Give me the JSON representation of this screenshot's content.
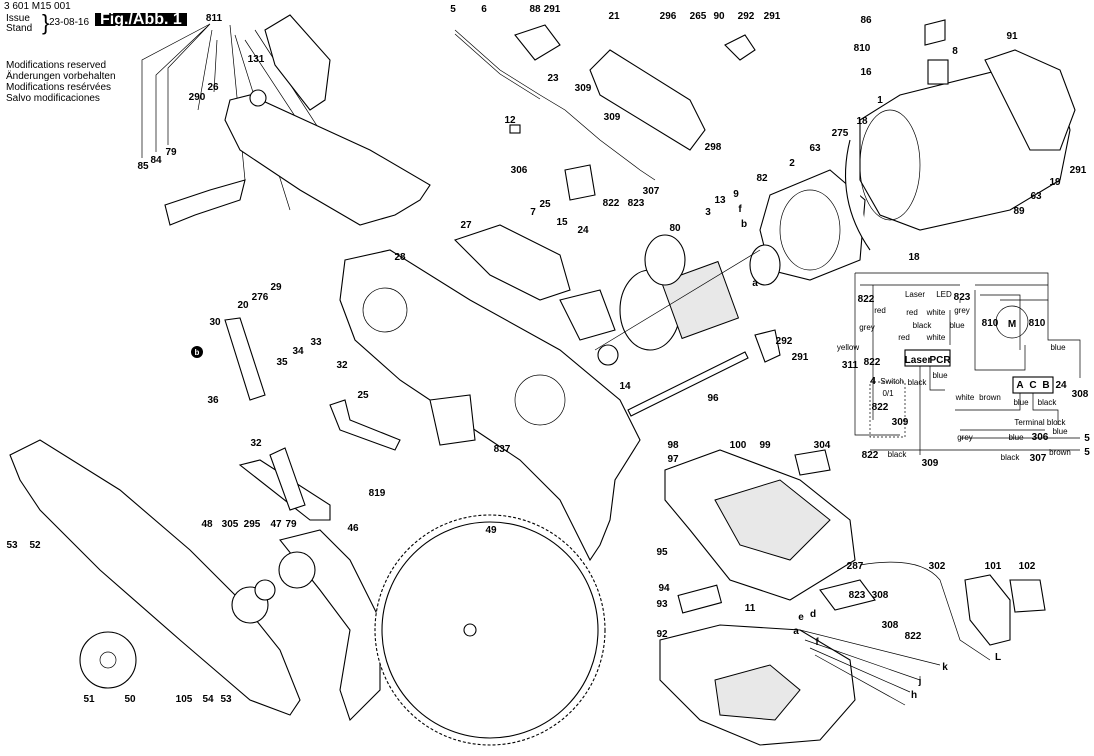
{
  "header": {
    "doc_number": "3 601 M15 001",
    "issue_label": "Issue",
    "stand_label": "Stand",
    "issue_date": "23-08-16",
    "figure_label": "Fig./Abb. 1",
    "modifications": [
      "Modifications reserved",
      "Änderungen vorbehalten",
      "Modifications resérvées",
      "Salvo modificaciones"
    ]
  },
  "part_numbers": [
    "811",
    "131",
    "26",
    "290",
    "85",
    "84",
    "79",
    "5",
    "6",
    "88",
    "291",
    "21",
    "296",
    "265",
    "90",
    "292",
    "291",
    "23",
    "309",
    "12",
    "309",
    "306",
    "307",
    "822",
    "823",
    "298",
    "24",
    "7",
    "25",
    "15",
    "27",
    "28",
    "86",
    "810",
    "16",
    "8",
    "91",
    "1",
    "18",
    "275",
    "2",
    "63",
    "82",
    "9",
    "13",
    "3",
    "80",
    "291",
    "19",
    "63",
    "89",
    "18",
    "f",
    "b",
    "a",
    "29",
    "276",
    "20",
    "30",
    "35",
    "34",
    "33",
    "32",
    "25",
    "36",
    "14",
    "96",
    "292",
    "291",
    "32",
    "48",
    "305",
    "295",
    "47",
    "79",
    "46",
    "819",
    "837",
    "49",
    "53",
    "52",
    "51",
    "50",
    "105",
    "54",
    "53",
    "98",
    "97",
    "100",
    "99",
    "304",
    "95",
    "94",
    "93",
    "11",
    "92",
    "287",
    "302",
    "101",
    "102",
    "823",
    "308",
    "308",
    "822",
    "e",
    "d",
    "a",
    "f",
    "k",
    "j",
    "h",
    "L"
  ],
  "callout_b": "b",
  "wiring": {
    "labels_small": [
      "Laser",
      "LED",
      "red",
      "red",
      "white",
      "white",
      "black",
      "blue",
      "black",
      "blue",
      "yellow",
      "grey",
      "red",
      "grey",
      "white",
      "brown",
      "blue",
      "black",
      "blue",
      "grey",
      "blue",
      "blue",
      "brown",
      "black",
      "black",
      "Terminal block",
      "Switch",
      "0/1"
    ],
    "labels_bold": [
      "822",
      "823",
      "311",
      "822",
      "810",
      "810",
      "M",
      "4",
      "Laser",
      "PCR",
      "A",
      "C",
      "B",
      "24",
      "308",
      "822",
      "309",
      "306",
      "5",
      "5",
      "307",
      "822",
      "309"
    ]
  }
}
